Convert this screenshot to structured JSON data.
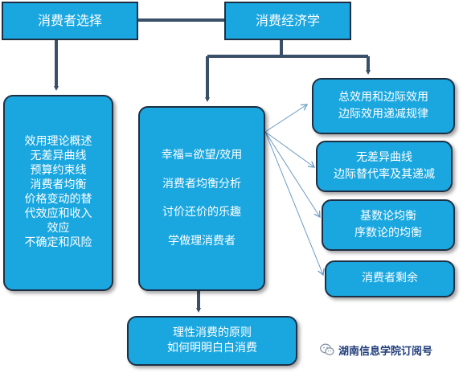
{
  "colors": {
    "box_fill": "#1AA7E0",
    "box_border": "#1D2F44",
    "box_text": "#FFFFFF",
    "connector": "#3A5068",
    "arrow": "#6B9BC4"
  },
  "diagram": {
    "top_left": {
      "label": "消费者选择"
    },
    "top_right": {
      "label": "消费经济学"
    },
    "left_panel": {
      "lines": [
        "效用理论概述",
        "无差异曲线",
        "预算约束线",
        "消费者均衡",
        "价格变动的替",
        "代效应和收入",
        "效应",
        "不确定和风险"
      ]
    },
    "center_panel": {
      "lines": [
        "幸福=欲望/效用",
        "消费者均衡分析",
        "讨价还价的乐趣",
        "学做理消费者"
      ]
    },
    "bottom_panel": {
      "lines": [
        "理性消费的原则",
        "如何明明白白消费"
      ]
    },
    "right_boxes": [
      {
        "lines": [
          "总效用和边际效用",
          "边际效用递减规律"
        ]
      },
      {
        "lines": [
          "无差异曲线",
          "边际替代率及其递减"
        ]
      },
      {
        "lines": [
          "基数论均衡",
          "序数论的均衡"
        ]
      },
      {
        "lines": [
          "消费者剩余"
        ]
      }
    ]
  },
  "watermark": {
    "icon": "wechat-icon",
    "text": "湖南信息学院订阅号"
  }
}
